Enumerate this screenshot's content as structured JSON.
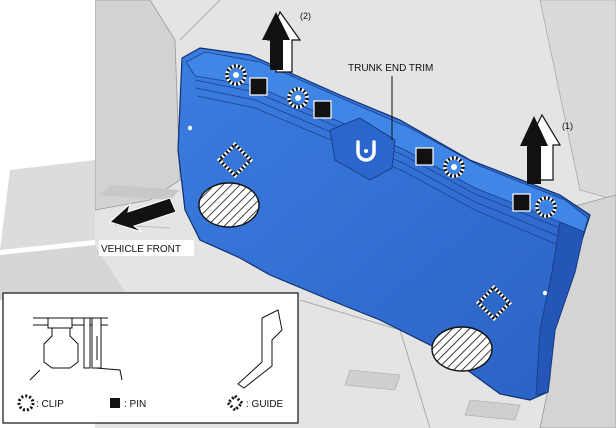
{
  "callouts": {
    "part_label": "TRUNK END TRIM",
    "direction_label": "VEHICLE FRONT",
    "removal_step_1": "(1)",
    "removal_step_2": "(2)"
  },
  "legend": {
    "clip_label": ": CLIP",
    "pin_label": ": PIN",
    "guide_label": ": GUIDE"
  },
  "colors": {
    "trim_blue": "#2f6fd6",
    "trim_dark": "#1d4ea8",
    "background_gray": "#e2e2e2",
    "arrow_black": "#111111"
  }
}
